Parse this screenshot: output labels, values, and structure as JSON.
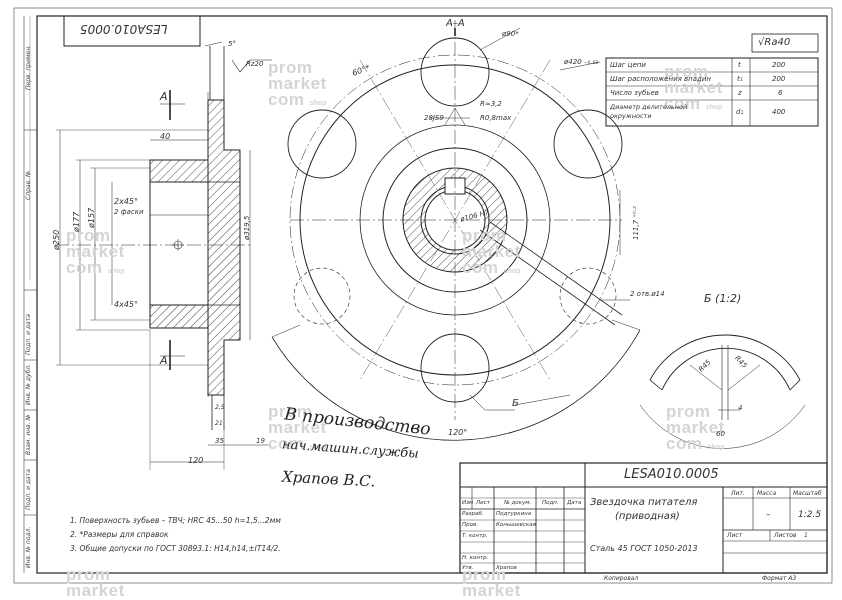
{
  "top_code": "LESA010.0005",
  "bottom_code": "LESA010.0005",
  "roughness": "Ra40",
  "part_name": "Звездочка питателя",
  "part_name_sub": "(приводная)",
  "material": "Сталь 45 ГОСТ 1050-2013",
  "scale": "1:2.5",
  "mass_dash": "–",
  "sheets_value": "1",
  "format": "Формат А3",
  "copied": "Копировал",
  "params": [
    {
      "name": "Шаг цепи",
      "sym": "t",
      "val": "200"
    },
    {
      "name": "Шаг расположения впадин",
      "sym": "t₁",
      "val": "200"
    },
    {
      "name": "Число зубьев",
      "sym": "z",
      "val": "6"
    },
    {
      "name": "Диаметр делительной окружности",
      "sym": "d₁",
      "val": "400"
    }
  ],
  "title_headers": {
    "lit": "Лит.",
    "mass": "Масса",
    "scale": "Масштаб",
    "sheet": "Лист",
    "sheets": "Листов"
  },
  "stamp_rows": [
    {
      "role": "Изм",
      "name": "Лист",
      "c3": "№ докум.",
      "c4": "Подп.",
      "c5": "Дата"
    },
    {
      "role": "Разраб.",
      "name": "Подтуркина",
      "c3": "",
      "c4": "",
      "c5": ""
    },
    {
      "role": "Пров.",
      "name": "Конышевская",
      "c3": "",
      "c4": "",
      "c5": ""
    },
    {
      "role": "Т. контр.",
      "name": "",
      "c3": "",
      "c4": "",
      "c5": ""
    },
    {
      "role": "Н. контр.",
      "name": "",
      "c3": "",
      "c4": "",
      "c5": ""
    },
    {
      "role": "Утв.",
      "name": "Храпов",
      "c3": "",
      "c4": "",
      "c5": ""
    }
  ],
  "notes": [
    "1. Поверхность зубьев – ТВЧ; HRC 45...50 h=1,5...2мм",
    "2. *Размеры для справок",
    "3. Общие допуски по ГОСТ 30893.1: H14,h14,±IT14/2."
  ],
  "handwriting": [
    "В производство",
    "нач.машин.службы",
    "Храпов В.С."
  ],
  "section_labels": {
    "aa": "A–A",
    "a_top": "A",
    "a_bottom": "A",
    "b_view": "Б (1:2)",
    "b_arrow": "Б"
  },
  "dims_main": [
    "ø250",
    "ø177",
    "ø157",
    "ø319,5",
    "40",
    "2x45°",
    "2 фаски",
    "4x45°",
    "120",
    "35",
    "19",
    "21",
    "2,5",
    "5°",
    "Rz20"
  ],
  "dims_front": [
    "ø90*",
    "ø420 ₋₀.₆₃",
    "120°",
    "60°*",
    "28JS9",
    "R0,8max",
    "R≈3,2",
    "ø106 H7",
    "111,7 ⁺⁰·²",
    "2 отв.ø14"
  ],
  "dims_detail": [
    "R45",
    "R45",
    "4",
    "60"
  ],
  "side_labels": [
    "Перв. примен.",
    "Справ. №",
    "Подп. и дата",
    "Инв. № дубл.",
    "Взам. инв. №",
    "Подп. и дата",
    "Инв. № подл."
  ],
  "watermark": {
    "l1": "prom",
    "l2": "market",
    "l3": "com",
    "shop": "shop"
  }
}
